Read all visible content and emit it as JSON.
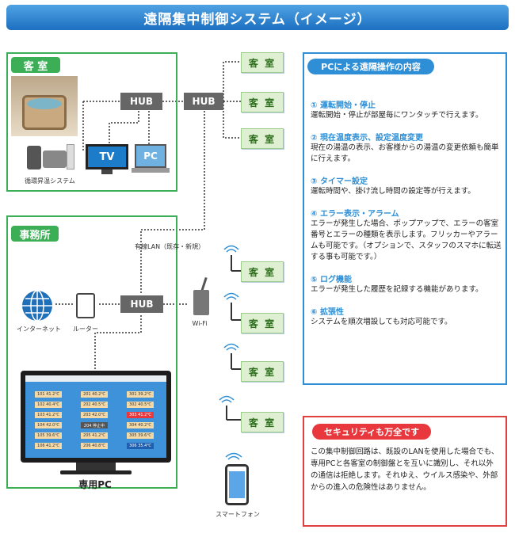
{
  "title": "遠隔集中制御システム（イメージ）",
  "guest_room_box": {
    "label": "客 室",
    "system_caption": "循環昇温システム"
  },
  "office_box": {
    "label": "事務所"
  },
  "hub_label": "HUB",
  "room_label": "客 室",
  "tv_label": "TV",
  "pc_label": "PC",
  "lan_caption": "有線LAN（既存・新規）",
  "wifi_caption": "Wi-Fi",
  "internet_caption": "インターネット",
  "router_caption": "ルーター",
  "dedicated_pc_caption": "専用PC",
  "smartphone_caption": "スマートフォン",
  "ops_panel": {
    "title": "PCによる遠隔操作の内容",
    "features": [
      {
        "heading": "① 運転開始・停止",
        "text": "運転開始・停止が部屋毎にワンタッチで行えます。"
      },
      {
        "heading": "② 現在温度表示、設定温度変更",
        "text": "現在の湯温の表示、お客様からの湯温の変更依頼も簡単に行えます。"
      },
      {
        "heading": "③ タイマー設定",
        "text": "運転時間や、掛け流し時間の設定等が行えます。"
      },
      {
        "heading": "④ エラー表示・アラーム",
        "text": "エラーが発生した場合、ポップアップで、エラーの客室番号とエラーの種類を表示します。フリッカーやアラームも可能です。（オプションで、スタッフのスマホに転送する事も可能です。）"
      },
      {
        "heading": "⑤ ログ機能",
        "text": "エラーが発生した履歴を記録する機能があります。"
      },
      {
        "heading": "⑥ 拡張性",
        "text": "システムを順次増設しても対応可能です。"
      }
    ]
  },
  "security_panel": {
    "title": "セキュリティも万全です",
    "text": "この集中制御回路は、既設のLANを使用した場合でも、専用PCと各客室の制御盤とを互いに識別し、それ以外の通信は拒絶します。それゆえ、ウイルス感染や、外部からの進入の危険性はありません。"
  },
  "screen_cells": [
    [
      "101",
      "41.2℃"
    ],
    [
      "102",
      "40.4℃"
    ],
    [
      "103",
      "41.2℃"
    ],
    [
      "104",
      "42.0℃"
    ],
    [
      "105",
      "39.6℃"
    ],
    [
      "106",
      "41.2℃"
    ],
    [
      "201",
      "40.2℃"
    ],
    [
      "202",
      "40.5℃"
    ],
    [
      "203",
      "42.0℃"
    ],
    [
      "204",
      "停止中"
    ],
    [
      "205",
      "41.2℃"
    ],
    [
      "206",
      "40.8℃"
    ],
    [
      "301",
      "39.2℃"
    ],
    [
      "302",
      "40.5℃"
    ],
    [
      "303",
      "41.2℃"
    ],
    [
      "304",
      "40.2℃"
    ],
    [
      "305",
      "39.6℃"
    ],
    [
      "306",
      "35.4℃"
    ]
  ],
  "colors": {
    "accent_blue": "#2e8fd6",
    "accent_green": "#3cae55",
    "accent_red": "#e8383d"
  }
}
